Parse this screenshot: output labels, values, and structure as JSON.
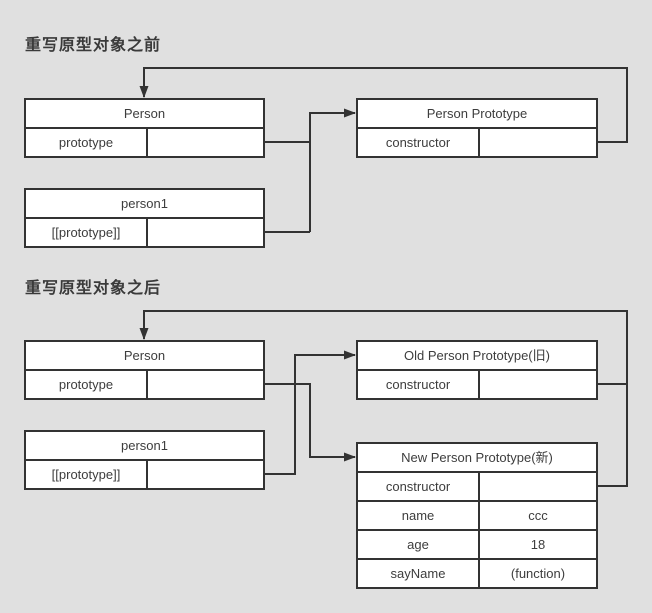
{
  "colors": {
    "background": "#e0e0e0",
    "box-fill": "#ffffff",
    "line": "#333333",
    "text": "#3d3d3d",
    "title-text": "#3a3a3a"
  },
  "sections": [
    {
      "title": "重写原型对象之前",
      "boxes": {
        "person": {
          "title": "Person",
          "rows": [
            {
              "label": "prototype",
              "value": ""
            }
          ]
        },
        "person_prototype": {
          "title": "Person Prototype",
          "rows": [
            {
              "label": "constructor",
              "value": ""
            }
          ]
        },
        "person1": {
          "title": "person1",
          "rows": [
            {
              "label": "[[prototype]]",
              "value": ""
            }
          ]
        }
      }
    },
    {
      "title": "重写原型对象之后",
      "boxes": {
        "person": {
          "title": "Person",
          "rows": [
            {
              "label": "prototype",
              "value": ""
            }
          ]
        },
        "person1": {
          "title": "person1",
          "rows": [
            {
              "label": "[[prototype]]",
              "value": ""
            }
          ]
        },
        "old_person_prototype": {
          "title": "Old Person Prototype(旧)",
          "rows": [
            {
              "label": "constructor",
              "value": ""
            }
          ]
        },
        "new_person_prototype": {
          "title": "New Person Prototype(新)",
          "rows": [
            {
              "label": "constructor",
              "value": ""
            },
            {
              "label": "name",
              "value": "ccc"
            },
            {
              "label": "age",
              "value": "18"
            },
            {
              "label": "sayName",
              "value": "(function)"
            }
          ]
        }
      }
    }
  ]
}
